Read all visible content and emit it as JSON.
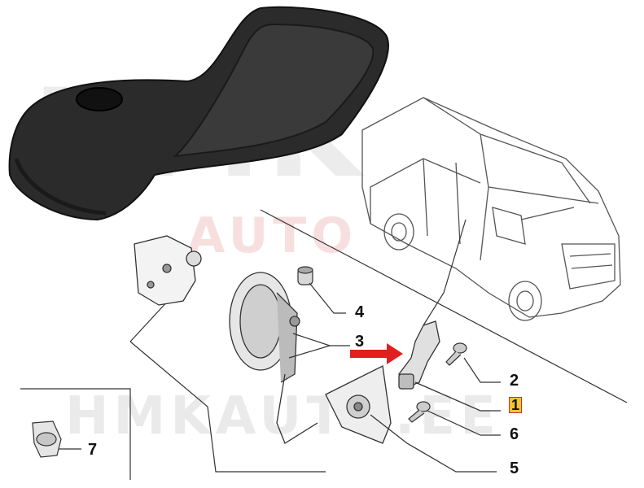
{
  "callouts": {
    "c1": "1",
    "c2": "2",
    "c3": "3",
    "c4": "4",
    "c5": "5",
    "c6": "6",
    "c7": "7"
  },
  "watermark": {
    "line1": "HMK",
    "line2": "AUTO",
    "line3": "HMKAUTO.EE"
  },
  "colors": {
    "handle_dark": "#2b2b2b",
    "arrow": "#e02020",
    "highlight": "#f4c430",
    "line": "#333333"
  },
  "icons": {
    "handle": "door-handle-icon",
    "van": "van-icon",
    "lock": "door-lock-icon",
    "arrow": "pointer-arrow-icon"
  }
}
